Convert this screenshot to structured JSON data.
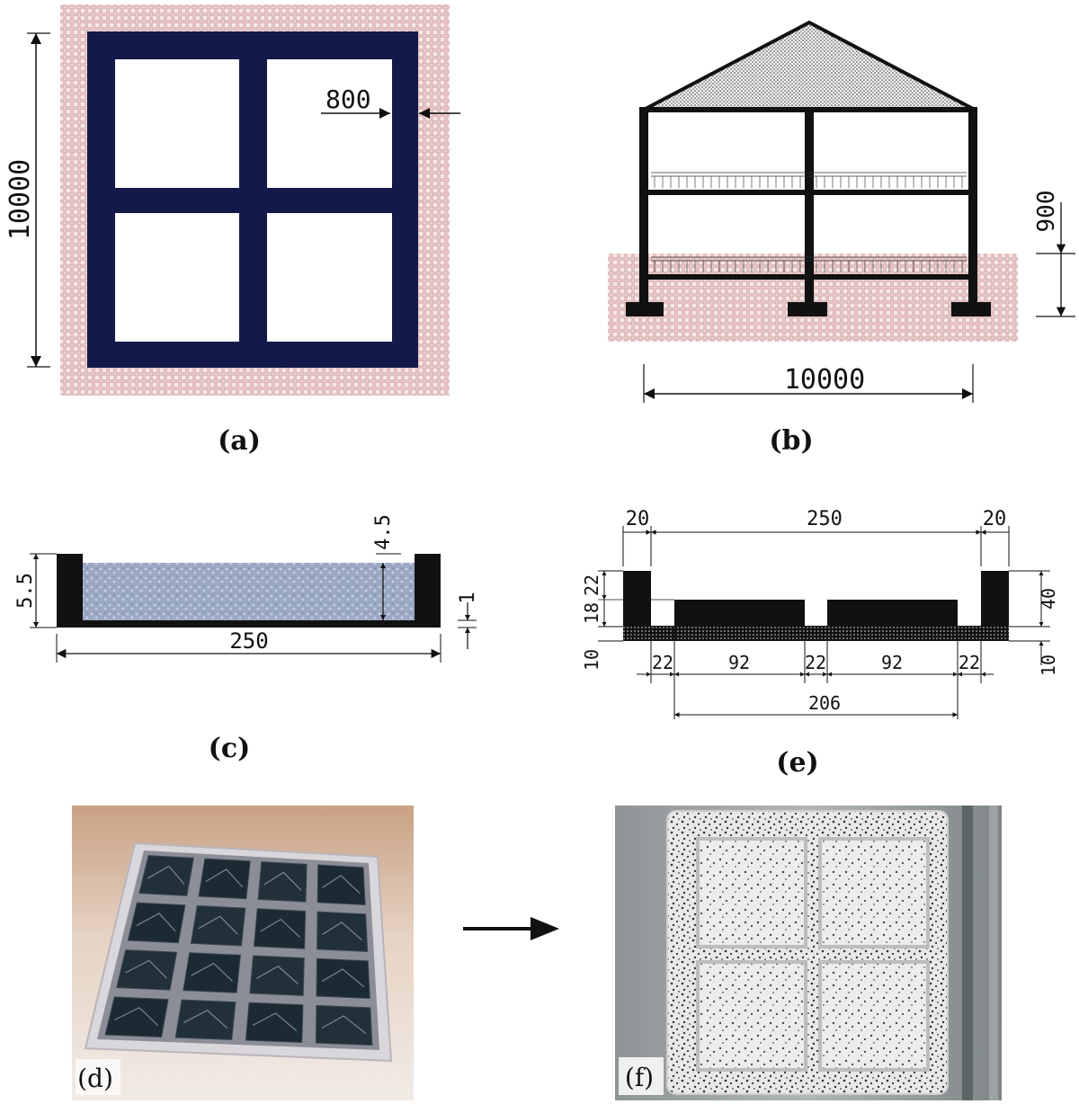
{
  "panels": {
    "a": {
      "caption": "(a)",
      "dim_height": "10000",
      "dim_wall": "800"
    },
    "b": {
      "caption": "(b)",
      "dim_width": "10000",
      "dim_depth": "900"
    },
    "c": {
      "caption": "(c)",
      "dim_width": "250",
      "dim_top": "4.5",
      "dim_left": "5.5",
      "dim_base": "1"
    },
    "e": {
      "caption": "(e)",
      "dim_top_left": "20",
      "dim_top_mid": "250",
      "dim_top_right": "20",
      "dim_l1": "22",
      "dim_l2": "18",
      "dim_l3": "10",
      "dim_r1": "40",
      "dim_r2": "10",
      "dim_b1": "22",
      "dim_b2": "92",
      "dim_b3": "22",
      "dim_b4": "92",
      "dim_b5": "22",
      "dim_total": "206"
    },
    "d": {
      "caption": "(d)"
    },
    "f": {
      "caption": "(f)"
    }
  },
  "colors": {
    "navy": "#131a4a",
    "soil": "#d4a4a4",
    "soil_bg": "#f6e7e7",
    "liquid": "#8f9fbc"
  }
}
